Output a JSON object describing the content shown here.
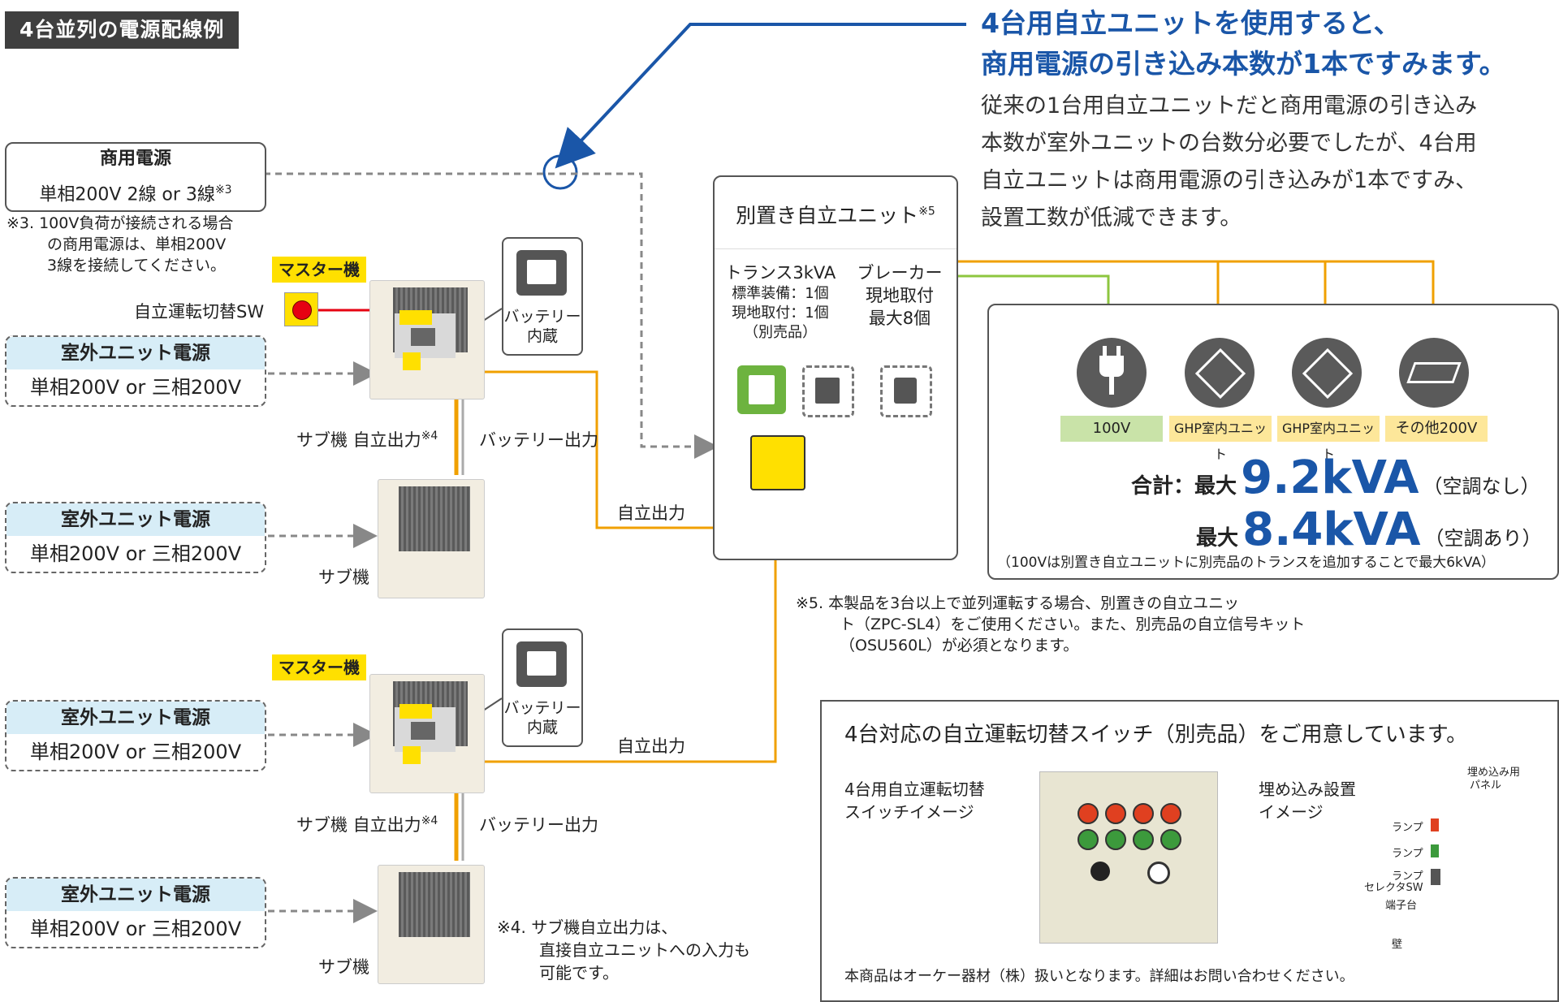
{
  "title": "4台並列の電源配線例",
  "headline": {
    "line1": "4台用自立ユニットを使用すると、",
    "line2": "商用電源の引き込み本数が1本ですみます。"
  },
  "description": [
    "従来の1台用自立ユニットだと商用電源の引き込み",
    "本数が室外ユニットの台数分必要でしたが、4台用",
    "自立ユニットは商用電源の引き込みが1本ですみ、",
    "設置工数が低減できます。"
  ],
  "commercial_power": {
    "heading": "商用電源",
    "spec": "単相200V 2線 or 3線",
    "spec_note": "※3",
    "note3": [
      "※3. 100V負荷が接続される場合",
      "の商用電源は、単相200V",
      "3線を接続してください。"
    ]
  },
  "outdoor_power": {
    "heading": "室外ユニット電源",
    "spec": "単相200V or 三相200V"
  },
  "labels": {
    "master": "マスター機",
    "sub": "サブ機",
    "switch": "自立運転切替SW",
    "battery": [
      "バッテリー",
      "内蔵"
    ],
    "sub_output": "サブ機 自立出力",
    "sub_output_note": "※4",
    "battery_output": "バッテリー出力",
    "independent_output": "自立出力"
  },
  "separate_unit": {
    "heading": "別置き自立ユニット",
    "heading_note": "※5",
    "transformer": [
      "トランス3kVA",
      "標準装備：1個",
      "現地取付：1個",
      "（別売品）"
    ],
    "breaker": [
      "ブレーカー",
      "現地取付",
      "最大8個"
    ]
  },
  "loads": {
    "items": [
      "100V",
      "GHP室内ユニット",
      "GHP室内ユニット",
      "その他200V"
    ],
    "total_prefix": "合計：",
    "max_label": "最大",
    "value_no_ac": "9.2kVA",
    "note_no_ac": "（空調なし）",
    "value_ac": "8.4kVA",
    "note_ac": "（空調あり）",
    "footnote": "（100Vは別置き自立ユニットに別売品のトランスを追加することで最大6kVA）"
  },
  "note5": [
    "※5. 本製品を3台以上で並列運転する場合、別置きの自立ユニッ",
    "ト（ZPC-SL4）をご使用ください。また、別売品の自立信号キット",
    "（OSU560L）が必須となります。"
  ],
  "note4": [
    "※4. サブ機自立出力は、",
    "直接自立ユニットへの入力も",
    "可能です。"
  ],
  "switch_panel": {
    "heading": "4台対応の自立運転切替スイッチ（別売品）をご用意しています。",
    "image_label": [
      "4台用自立運転切替",
      "スイッチイメージ"
    ],
    "embed_label": [
      "埋め込み設置",
      "イメージ"
    ],
    "side_labels": [
      "埋め込み用",
      "パネル",
      "ランプ",
      "ランプ",
      "ランプ",
      "セレクタSW",
      "端子台",
      "壁"
    ],
    "footer": "本商品はオーケー器材（株）扱いとなります。詳細はお問い合わせください。"
  },
  "colors": {
    "orange": "#f0a000",
    "green": "#8dc63f",
    "blue": "#1a56a8",
    "yellow": "#ffe000",
    "light_blue": "#d7edf7"
  }
}
